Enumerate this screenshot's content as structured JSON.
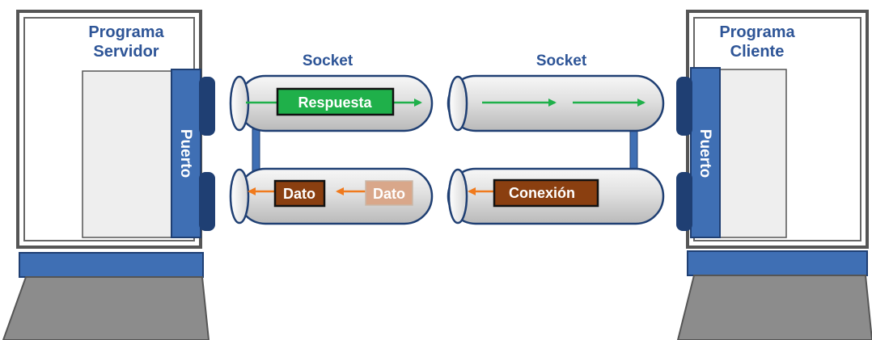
{
  "server": {
    "title_line1": "Programa",
    "title_line2": "Servidor",
    "port_label": "Puerto"
  },
  "client": {
    "title_line1": "Programa",
    "title_line2": "Cliente",
    "port_label": "Puerto"
  },
  "sockets": {
    "left_label": "Socket",
    "right_label": "Socket"
  },
  "messages": {
    "response": "Respuesta",
    "data_sent": "Dato",
    "data_pending": "Dato",
    "connection": "Conexión"
  },
  "colors": {
    "port_blue": "#3f6fb4",
    "dark_blue": "#1f3f73",
    "title_blue": "#2e5597",
    "response_green": "#1fb04a",
    "data_brown": "#8a3f10",
    "arrow_orange": "#f07a1d",
    "arrow_green": "#1fb04a"
  }
}
